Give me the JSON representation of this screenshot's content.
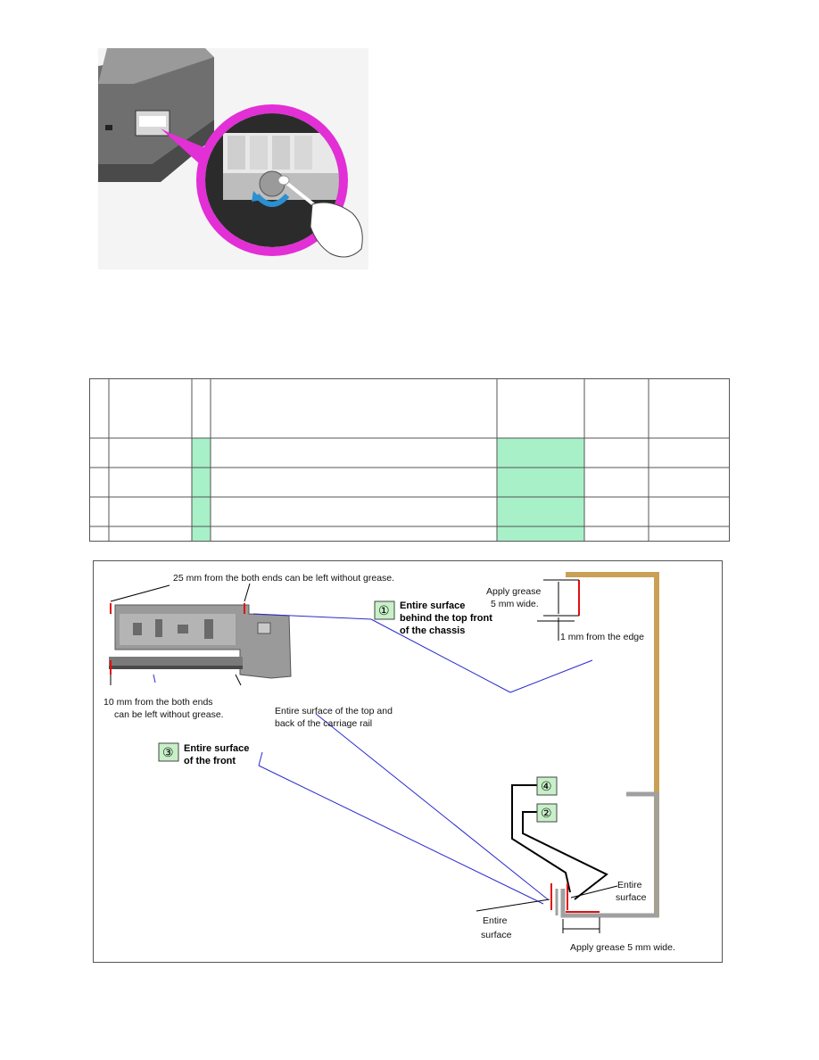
{
  "photo": {
    "subject": "printer with magnified inset of hand applying grease with cotton swab",
    "icons": [
      "printer-illustration",
      "magnifier-inset",
      "hand-icon",
      "cotton-swab-icon",
      "rotate-arrow-icon"
    ],
    "colors": {
      "inset_ring": "#e22fd6",
      "arrow": "#2b8fd0"
    }
  },
  "table": {
    "rows": 5,
    "columns": 7,
    "highlight_color": "#a8f0c8",
    "highlighted_columns": [
      2,
      4
    ]
  },
  "diagram": {
    "labels": {
      "top_ends": "25 mm from the both ends can be left without grease.",
      "bottom_ends_1": "10 mm from the both ends",
      "bottom_ends_2": "can be left without grease.",
      "carriage_rail_1": "Entire surface of the top and",
      "carriage_rail_2": "back of the carriage rail",
      "apply_grease_1": "Apply grease",
      "apply_grease_2": "5 mm wide.",
      "from_edge": "1 mm from the edge",
      "entire_surface_right_1": "Entire",
      "entire_surface_right_2": "surface",
      "entire_surface_left_1": "Entire",
      "entire_surface_left_2": "surface",
      "apply_grease_bottom": "Apply grease 5 mm wide."
    },
    "callouts": [
      {
        "number": "①",
        "lines": [
          "Entire surface",
          "behind the top front",
          "of the chassis"
        ]
      },
      {
        "number": "③",
        "lines": [
          "Entire surface",
          "of the front"
        ]
      },
      {
        "number": "④",
        "lines": []
      },
      {
        "number": "②",
        "lines": []
      }
    ],
    "colors": {
      "callout_fill": "#c8f0c8",
      "leader_line": "#2a2ad0",
      "grease_mark": "#e01010",
      "gold_profile": "#c9a055",
      "gray_profile": "#a0a0a0",
      "chassis": "#8a8a8a"
    }
  }
}
